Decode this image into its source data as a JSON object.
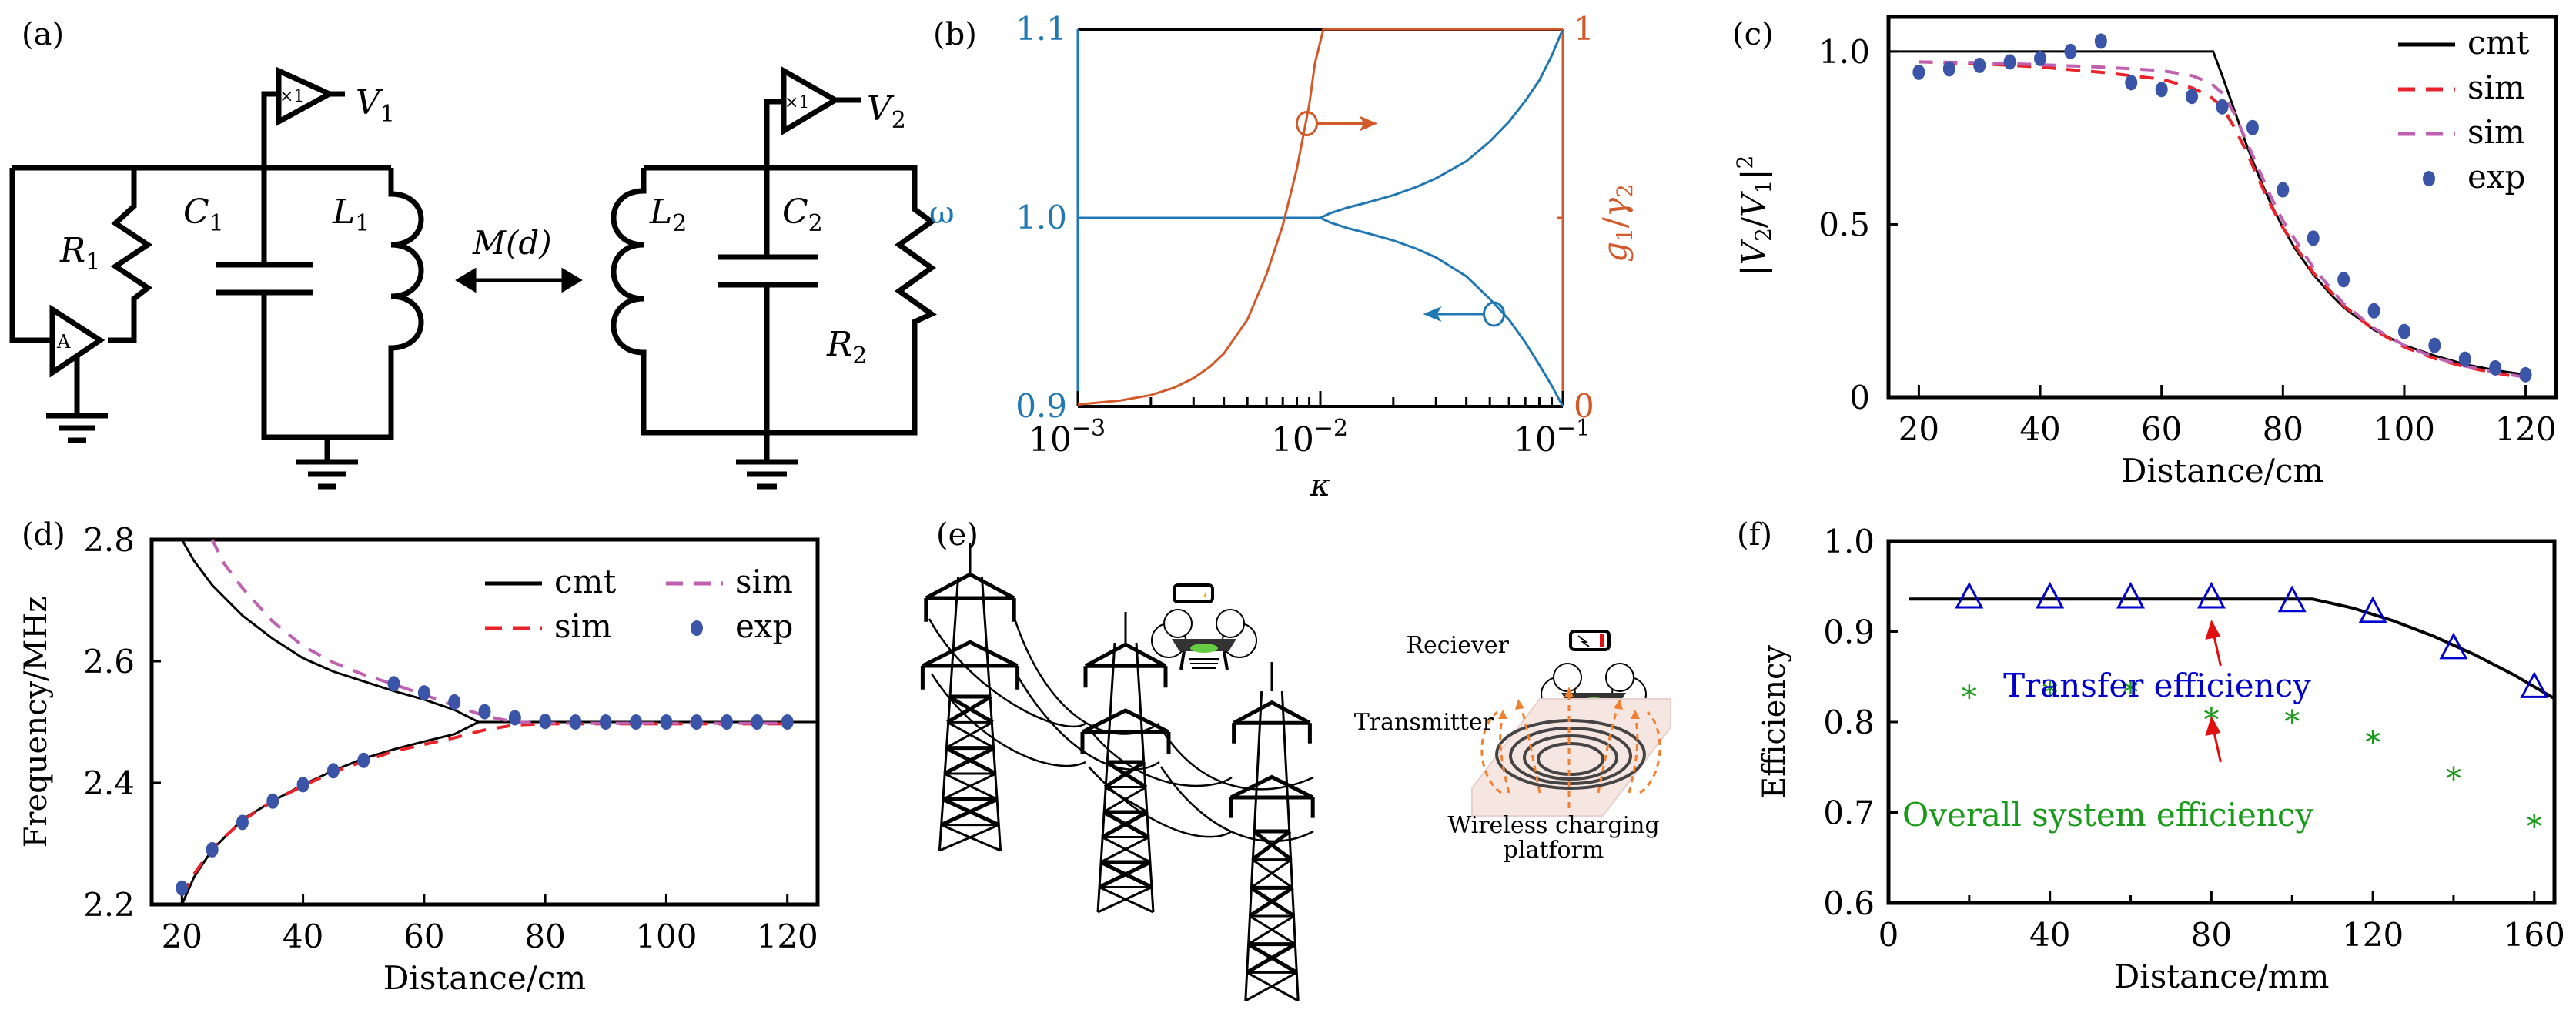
{
  "panels": {
    "a": {
      "label": "(a)",
      "components": {
        "R1": "R",
        "R1_sub": "1",
        "C1": "C",
        "C1_sub": "1",
        "L1": "L",
        "L1_sub": "1",
        "L2": "L",
        "L2_sub": "2",
        "C2": "C",
        "C2_sub": "2",
        "R2": "R",
        "R2_sub": "2",
        "V1": "V",
        "V1_sub": "1",
        "V2": "V",
        "V2_sub": "2",
        "buffer": "×1",
        "amplifier": "A",
        "coupling": "M(d)"
      }
    },
    "b": {
      "label": "(b)"
    },
    "c": {
      "label": "(c)"
    },
    "d": {
      "label": "(d)"
    },
    "e": {
      "label": "(e)",
      "receiver_label": "Reciever",
      "transmitter_label": "Transmitter",
      "platform_label_line1": "Wireless charging",
      "platform_label_line2": "platform",
      "colors": {
        "field_lines": "#f08030",
        "battery_low": "#e01010",
        "battery_indicator": "#f0b000",
        "platform": "#f6e6e2"
      }
    },
    "f": {
      "label": "(f)"
    }
  },
  "chart_data": [
    {
      "panel": "b",
      "type": "line",
      "title": "",
      "xlabel": "κ",
      "xscale": "log",
      "xlim": [
        0.001,
        0.1
      ],
      "xticks": [
        0.001,
        0.01,
        0.1
      ],
      "xtick_labels": [
        "10",
        "10",
        "10"
      ],
      "xtick_exponents": [
        "−3",
        "−2",
        "−1"
      ],
      "ylabel_left": "ω",
      "ylim_left": [
        0.9,
        1.1
      ],
      "yticks_left": [
        "0.9",
        "1.0",
        "1.1"
      ],
      "ylabel_right": "g1/γ2",
      "ylabel_right_main": "g",
      "ylabel_right_sub1": "1",
      "ylabel_right_sep": "/",
      "ylabel_right_gamma": "γ",
      "ylabel_right_sub2": "2",
      "ylim_right": [
        0,
        1
      ],
      "yticks_right": [
        "0",
        "1"
      ],
      "colors": {
        "left": "#1f77b4",
        "right": "#d2592a"
      },
      "series": [
        {
          "name": "ω upper",
          "axis": "left",
          "x": [
            0.001,
            0.005,
            0.01,
            0.011,
            0.013,
            0.016,
            0.02,
            0.025,
            0.03,
            0.04,
            0.05,
            0.06,
            0.07,
            0.08,
            0.09,
            0.1
          ],
          "y": [
            1.0,
            1.0,
            1.0,
            1.0025,
            1.0055,
            1.0085,
            1.012,
            1.0165,
            1.021,
            1.03,
            1.0405,
            1.051,
            1.062,
            1.073,
            1.086,
            1.1
          ]
        },
        {
          "name": "ω lower",
          "axis": "left",
          "x": [
            0.01,
            0.011,
            0.013,
            0.016,
            0.02,
            0.025,
            0.03,
            0.04,
            0.05,
            0.06,
            0.07,
            0.08,
            0.09,
            0.1
          ],
          "y": [
            1.0,
            0.9975,
            0.9945,
            0.9915,
            0.988,
            0.9835,
            0.979,
            0.969,
            0.957,
            0.946,
            0.934,
            0.922,
            0.911,
            0.9
          ]
        },
        {
          "name": "g1/γ2",
          "axis": "right",
          "x": [
            0.001,
            0.0015,
            0.002,
            0.0025,
            0.003,
            0.0035,
            0.004,
            0.005,
            0.006,
            0.007,
            0.008,
            0.009,
            0.0095,
            0.0103,
            0.02,
            0.05,
            0.1
          ],
          "y": [
            0.005,
            0.016,
            0.03,
            0.05,
            0.075,
            0.105,
            0.14,
            0.23,
            0.35,
            0.48,
            0.63,
            0.8,
            0.91,
            1.0,
            1.0,
            1.0,
            1.0
          ]
        }
      ],
      "annotations": [
        {
          "type": "circle-arrow",
          "direction": "right",
          "x": 0.0088,
          "y_right": 0.75,
          "color": "right"
        },
        {
          "type": "circle-arrow",
          "direction": "left",
          "x": 0.052,
          "y_left": 0.949,
          "color": "left"
        }
      ]
    },
    {
      "panel": "c",
      "type": "line",
      "xlabel": "Distance/cm",
      "ylabel": "|V2/V1|²",
      "ylabel_parts": {
        "open": "|",
        "v2": "V",
        "v2sub": "2",
        "sep": "/",
        "v1": "V",
        "v1sub": "1",
        "close": "|",
        "sup": "2"
      },
      "xlim": [
        15,
        125
      ],
      "ylim": [
        0,
        1.1
      ],
      "xticks": [
        20,
        40,
        60,
        80,
        100,
        120
      ],
      "xtick_labels": [
        "20",
        "40",
        "60",
        "80",
        "100",
        "120"
      ],
      "yticks": [
        0,
        0.5,
        1.0
      ],
      "ytick_labels": [
        "0",
        "0.5",
        "1.0"
      ],
      "legend": {
        "position": "top-right",
        "entries": [
          "cmt",
          "sim",
          "sim",
          "exp"
        ]
      },
      "series": [
        {
          "name": "cmt",
          "style": "solid",
          "color": "#000000",
          "x": [
            15,
            68.5,
            70,
            72,
            74,
            76,
            78,
            80,
            82,
            85,
            88,
            90,
            95,
            100,
            105,
            110,
            115,
            120
          ],
          "y": [
            1.0,
            1.0,
            0.93,
            0.83,
            0.73,
            0.64,
            0.56,
            0.49,
            0.43,
            0.355,
            0.295,
            0.26,
            0.195,
            0.15,
            0.12,
            0.095,
            0.078,
            0.065
          ]
        },
        {
          "name": "sim",
          "style": "dashed",
          "color": "#e8242a",
          "x": [
            20,
            30,
            40,
            50,
            60,
            65,
            68,
            70,
            72,
            74,
            76,
            78,
            80,
            85,
            90,
            95,
            100,
            105,
            110,
            115,
            120
          ],
          "y": [
            0.97,
            0.965,
            0.955,
            0.94,
            0.92,
            0.895,
            0.87,
            0.84,
            0.78,
            0.71,
            0.63,
            0.555,
            0.49,
            0.36,
            0.265,
            0.195,
            0.145,
            0.112,
            0.088,
            0.07,
            0.055
          ]
        },
        {
          "name": "sim",
          "style": "dashed",
          "color": "#c060b0",
          "x": [
            20,
            30,
            40,
            50,
            60,
            65,
            68,
            70,
            72,
            74,
            76,
            78,
            80,
            85,
            90,
            95,
            100,
            105,
            110,
            115,
            120
          ],
          "y": [
            0.97,
            0.968,
            0.962,
            0.955,
            0.945,
            0.93,
            0.91,
            0.88,
            0.82,
            0.74,
            0.66,
            0.58,
            0.51,
            0.375,
            0.27,
            0.2,
            0.15,
            0.115,
            0.09,
            0.072,
            0.058
          ]
        },
        {
          "name": "exp",
          "style": "marker",
          "marker": "circle",
          "color": "#3a55a8",
          "x": [
            20,
            25,
            30,
            35,
            40,
            45,
            50,
            55,
            60,
            65,
            70,
            75,
            80,
            85,
            90,
            95,
            100,
            105,
            110,
            115,
            120
          ],
          "y": [
            0.94,
            0.95,
            0.96,
            0.97,
            0.98,
            1.0,
            1.03,
            0.91,
            0.89,
            0.87,
            0.84,
            0.78,
            0.6,
            0.46,
            0.34,
            0.25,
            0.19,
            0.15,
            0.11,
            0.085,
            0.065
          ]
        }
      ]
    },
    {
      "panel": "d",
      "type": "line",
      "xlabel": "Distance/cm",
      "ylabel": "Frequency/MHz",
      "xlim": [
        15,
        125
      ],
      "ylim": [
        2.2,
        2.8
      ],
      "xticks": [
        20,
        40,
        60,
        80,
        100,
        120
      ],
      "xtick_labels": [
        "20",
        "40",
        "60",
        "80",
        "100",
        "120"
      ],
      "yticks": [
        2.2,
        2.4,
        2.6,
        2.8
      ],
      "ytick_labels": [
        "2.2",
        "2.4",
        "2.6",
        "2.8"
      ],
      "legend": {
        "position": "top-right",
        "columns": 2,
        "entries": [
          "cmt",
          "sim",
          "sim",
          "exp"
        ]
      },
      "series": [
        {
          "name": "cmt",
          "style": "solid",
          "color": "#000000",
          "x": [
            20,
            22,
            25,
            30,
            35,
            40,
            45,
            50,
            55,
            60,
            65,
            69,
            125
          ],
          "y": [
            2.8,
            2.765,
            2.725,
            2.675,
            2.637,
            2.605,
            2.583,
            2.567,
            2.551,
            2.537,
            2.52,
            2.5,
            2.5
          ]
        },
        {
          "name": "cmt lower",
          "style": "solid",
          "color": "#000000",
          "x": [
            20,
            22,
            25,
            30,
            35,
            40,
            45,
            50,
            55,
            60,
            65,
            69
          ],
          "y": [
            2.2,
            2.245,
            2.29,
            2.34,
            2.37,
            2.397,
            2.42,
            2.44,
            2.455,
            2.468,
            2.48,
            2.5
          ]
        },
        {
          "name": "sim",
          "style": "dashed",
          "color": "#e8242a",
          "x": [
            20,
            22,
            25,
            30,
            35,
            40,
            45,
            50,
            55,
            60,
            65,
            70,
            75,
            80,
            120
          ],
          "y": [
            2.215,
            2.25,
            2.292,
            2.338,
            2.37,
            2.395,
            2.418,
            2.435,
            2.452,
            2.463,
            2.474,
            2.487,
            2.495,
            2.497,
            2.497
          ]
        },
        {
          "name": "sim",
          "style": "dashed",
          "color": "#c060b0",
          "x": [
            25,
            27,
            30,
            35,
            40,
            45,
            50,
            55,
            60,
            65,
            70,
            75,
            80,
            120
          ],
          "y": [
            2.8,
            2.76,
            2.72,
            2.665,
            2.625,
            2.598,
            2.578,
            2.562,
            2.545,
            2.527,
            2.51,
            2.5,
            2.498,
            2.498
          ]
        },
        {
          "name": "exp",
          "style": "marker",
          "marker": "circle",
          "color": "#3a55a8",
          "x": [
            20,
            25,
            30,
            35,
            40,
            45,
            50,
            55,
            60,
            65,
            70,
            75,
            80,
            85,
            90,
            95,
            100,
            105,
            110,
            115,
            120
          ],
          "y": [
            2.227,
            2.29,
            2.335,
            2.37,
            2.397,
            2.42,
            2.437,
            2.563,
            2.548,
            2.533,
            2.517,
            2.507,
            2.501,
            2.5,
            2.5,
            2.5,
            2.5,
            2.5,
            2.5,
            2.5,
            2.5
          ]
        }
      ]
    },
    {
      "panel": "f",
      "type": "scatter",
      "xlabel": "Distance/mm",
      "ylabel": "Efficiency",
      "xlim": [
        0,
        165
      ],
      "ylim": [
        0.6,
        1.0
      ],
      "xticks_major": [
        0,
        40,
        80,
        120,
        160
      ],
      "xtick_labels": [
        "0",
        "40",
        "80",
        "120",
        "160"
      ],
      "xticks_minor": [
        20,
        60,
        100,
        140
      ],
      "yticks": [
        0.6,
        0.7,
        0.8,
        0.9,
        1.0
      ],
      "ytick_labels": [
        "0.6",
        "0.7",
        "0.8",
        "0.9",
        "1.0"
      ],
      "annotations": [
        {
          "text": "Transfer efficiency",
          "color": "#0000cc",
          "arrow_to": [
            80,
            0.92
          ]
        },
        {
          "text": "Overall system efficiency",
          "color": "#1a9a1a",
          "arrow_to": [
            80,
            0.8
          ]
        }
      ],
      "series": [
        {
          "name": "Transfer efficiency (theory)",
          "style": "solid",
          "color": "#000000",
          "x": [
            5,
            105,
            115,
            125,
            135,
            145,
            155,
            165
          ],
          "y": [
            0.936,
            0.936,
            0.926,
            0.912,
            0.895,
            0.875,
            0.852,
            0.826
          ]
        },
        {
          "name": "Transfer efficiency",
          "style": "marker",
          "marker": "triangle",
          "color": "#0000cc",
          "x": [
            20,
            40,
            60,
            80,
            100,
            120,
            140,
            160
          ],
          "y": [
            0.937,
            0.937,
            0.937,
            0.937,
            0.933,
            0.921,
            0.881,
            0.838
          ]
        },
        {
          "name": "Overall system efficiency",
          "style": "marker",
          "marker": "asterisk",
          "color": "#1a9a1a",
          "x": [
            20,
            40,
            60,
            80,
            100,
            120,
            140,
            160
          ],
          "y": [
            0.831,
            0.835,
            0.836,
            0.806,
            0.804,
            0.781,
            0.741,
            0.688
          ]
        }
      ]
    }
  ]
}
